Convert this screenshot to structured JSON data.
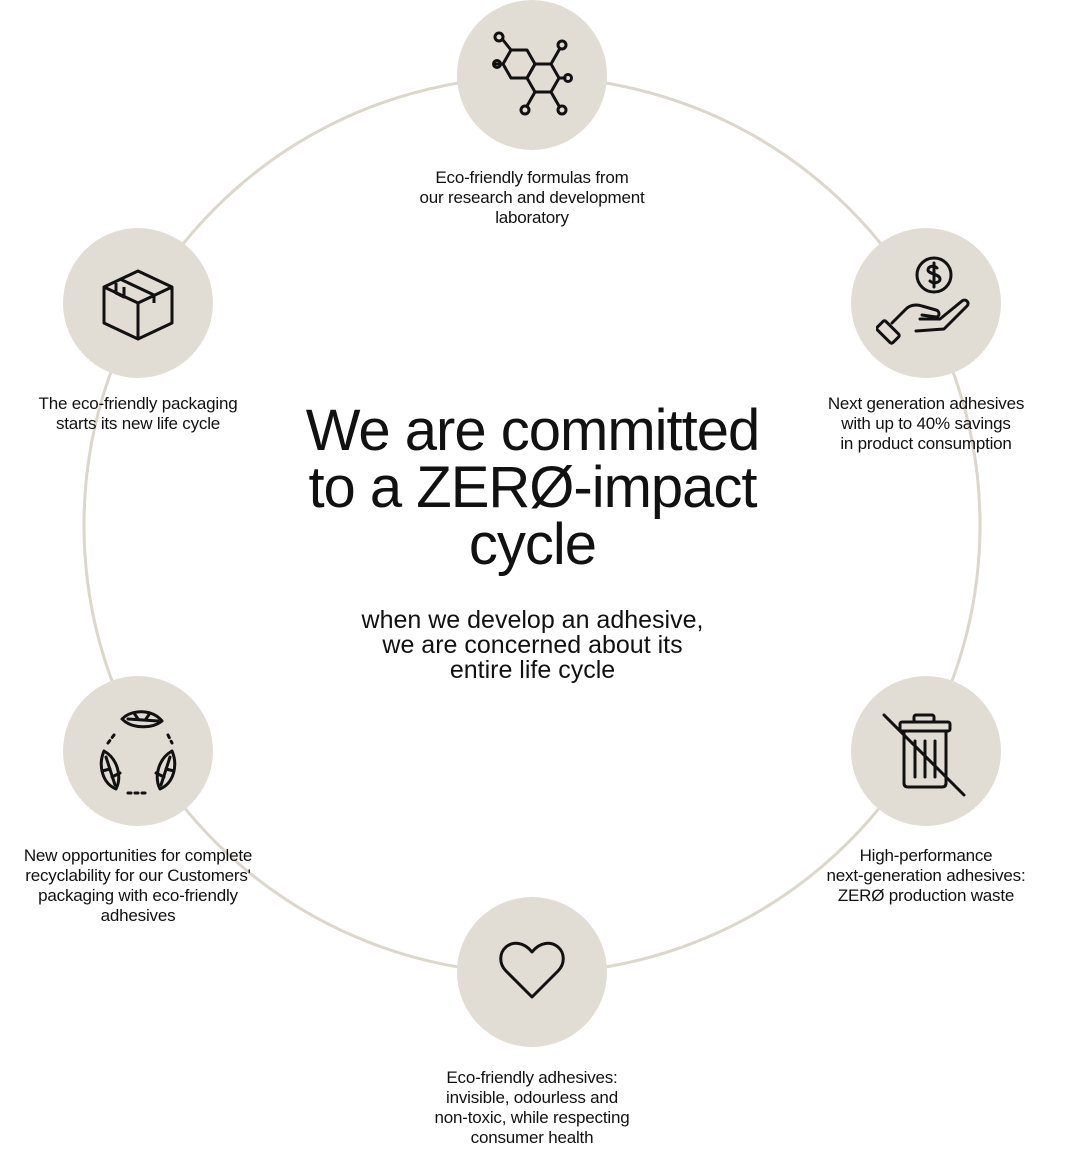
{
  "headline": "We are committed\nto a ZERØ-impact\ncycle",
  "subheadline": "when we develop an adhesive,\nwe are concerned about its\nentire life cycle",
  "colors": {
    "node_fill": "#e2ddd4",
    "ring_stroke": "#dcd7cd",
    "icon_stroke": "#111111"
  },
  "steps": [
    {
      "icon": "molecule-icon",
      "caption": "Eco-friendly formulas from\nour research and development\nlaboratory"
    },
    {
      "icon": "hand-coin-icon",
      "caption": "Next generation adhesives\nwith up to 40% savings\nin product consumption"
    },
    {
      "icon": "no-trash-icon",
      "caption": "High-performance\nnext-generation adhesives:\nZERØ production waste"
    },
    {
      "icon": "heart-icon",
      "caption": "Eco-friendly adhesives:\ninvisible, odourless and\nnon-toxic, while respecting\nconsumer health"
    },
    {
      "icon": "recycle-leaves-icon",
      "caption": "New opportunities for complete\nrecyclability for our Customers'\npackaging with eco-friendly\nadhesives"
    },
    {
      "icon": "box-icon",
      "caption": "The eco-friendly packaging\nstarts its new life cycle"
    }
  ]
}
